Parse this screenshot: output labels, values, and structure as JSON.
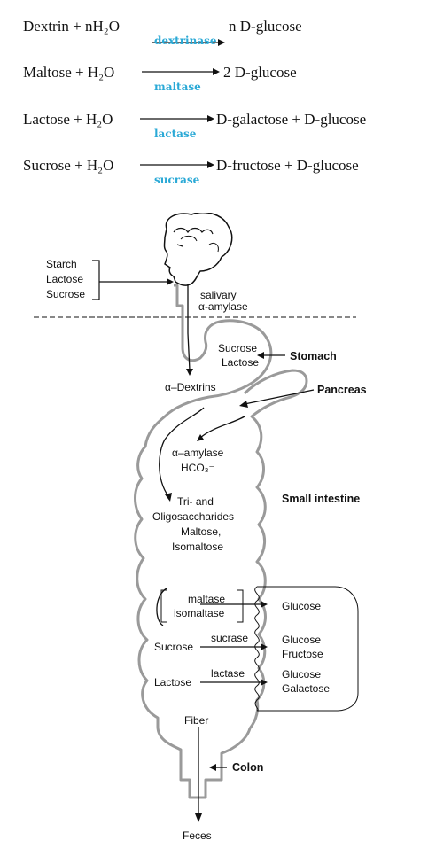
{
  "equations": [
    {
      "lhs": "Dextrin + nH₂O",
      "enzyme": "dextrinase",
      "rhs": "n D-glucose"
    },
    {
      "lhs": "Maltose + H₂O",
      "enzyme": "maltase",
      "rhs": "2 D-glucose"
    },
    {
      "lhs": "Lactose + H₂O",
      "enzyme": "lactase",
      "rhs": "D-galactose + D-glucose"
    },
    {
      "lhs": "Sucrose + H₂O",
      "enzyme": "sucrase",
      "rhs": "D-fructose + D-glucose"
    }
  ],
  "diagram": {
    "mouth_inputs": [
      "Starch",
      "Lactose",
      "Sucrose"
    ],
    "salivary": [
      "salivary",
      "α-amylase"
    ],
    "stomach_contents": [
      "Sucrose",
      "Lactose"
    ],
    "stomach": "Stomach",
    "pancreas": "Pancreas",
    "alpha_dextrins": "α–Dextrins",
    "pancreatic_secretions": [
      "α–amylase",
      "HCO₃⁻"
    ],
    "small_intestine": "Small intestine",
    "oligos": [
      "Tri- and",
      "Oligosaccharides",
      "Maltose,",
      "Isomaltose"
    ],
    "brush_enzymes": [
      "maltase",
      "isomaltase"
    ],
    "sucrose": "Sucrose",
    "sucrase": "sucrase",
    "lactose": "Lactose",
    "lactase": "lactase",
    "products": {
      "glucose": "Glucose",
      "glucose_fructose": [
        "Glucose",
        "Fructose"
      ],
      "glucose_galactose": [
        "Glucose",
        "Galactose"
      ]
    },
    "fiber": "Fiber",
    "colon": "Colon",
    "feces": "Feces"
  },
  "colors": {
    "enzyme_text": "#2aa9d6",
    "gut_outline": "#9a9a9a",
    "ink": "#111111"
  }
}
